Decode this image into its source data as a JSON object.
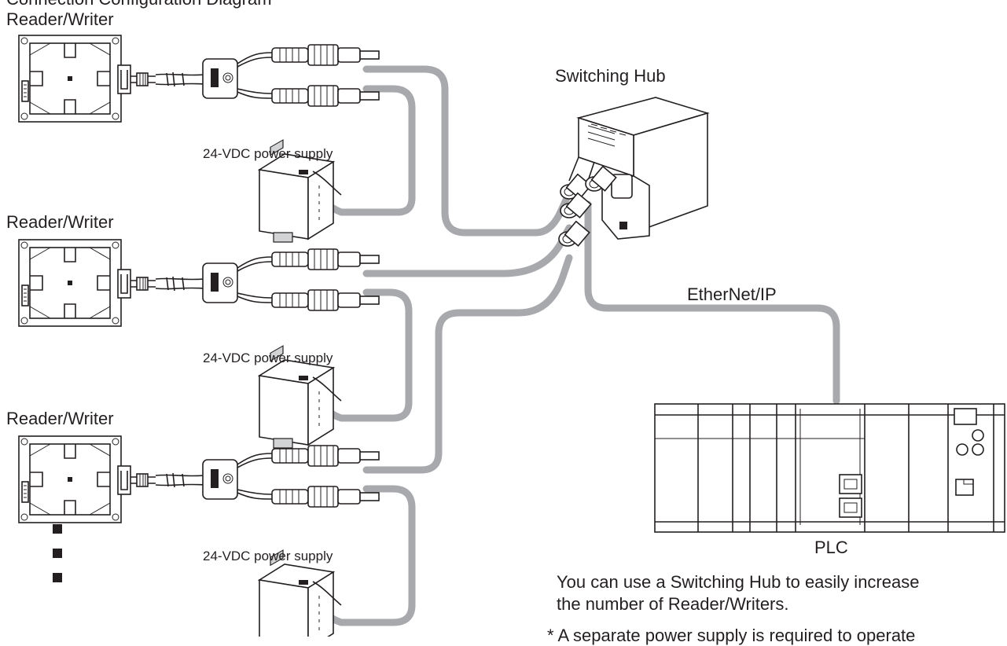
{
  "labels": {
    "top_partial": "Connection Configuration Diagram",
    "reader_writer": "Reader/Writer",
    "power_supply": "24-VDC power supply",
    "switching_hub": "Switching Hub",
    "ethernet_ip": "EtherNet/IP",
    "plc": "PLC",
    "note_line1": "You can use a Switching Hub to easily increase",
    "note_line2": "the number of Reader/Writers.",
    "footnote": "* A separate power supply is required to operate"
  },
  "icons": [
    "reader-writer-icon",
    "connector-icon",
    "power-supply-icon",
    "switching-hub-icon",
    "plc-icon",
    "ellipsis-square-icon"
  ],
  "colors": {
    "cable": "#a7a9ac",
    "line": "#231f20",
    "background": "#ffffff"
  }
}
